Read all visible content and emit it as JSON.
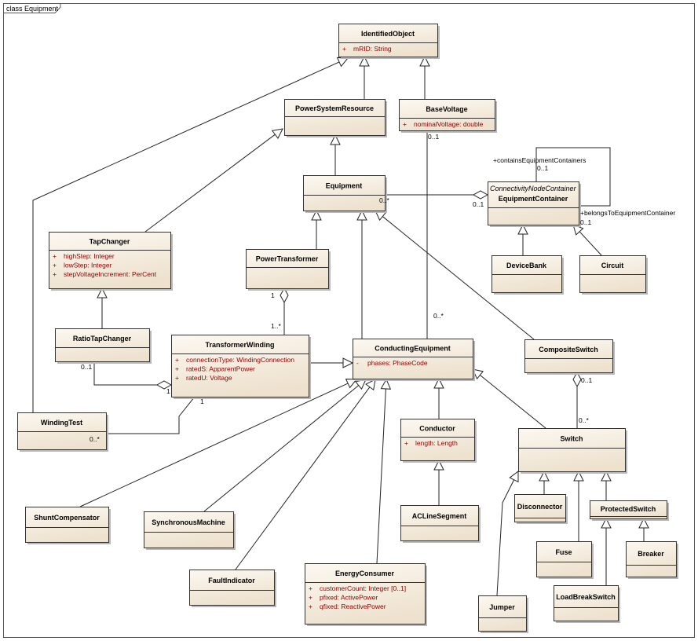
{
  "diagram": {
    "title": "class Equipment"
  },
  "classes": [
    {
      "name": "IdentifiedObject",
      "attributes": [
        {
          "vis": "+",
          "text": "mRID: String"
        }
      ]
    },
    {
      "name": "PowerSystemResource",
      "attributes": []
    },
    {
      "name": "BaseVoltage",
      "attributes": [
        {
          "vis": "+",
          "text": "nominalVoltage: double"
        }
      ]
    },
    {
      "name": "Equipment",
      "attributes": []
    },
    {
      "name": "EquipmentContainer",
      "stereotype": "ConnectivityNodeContainer",
      "attributes": []
    },
    {
      "name": "TapChanger",
      "attributes": [
        {
          "vis": "+",
          "text": "highStep: Integer"
        },
        {
          "vis": "+",
          "text": "lowStep: Integer"
        },
        {
          "vis": "+",
          "text": "stepVoltageIncrement: PerCent"
        }
      ]
    },
    {
      "name": "PowerTransformer",
      "attributes": []
    },
    {
      "name": "DeviceBank",
      "attributes": []
    },
    {
      "name": "Circuit",
      "attributes": []
    },
    {
      "name": "RatioTapChanger",
      "attributes": []
    },
    {
      "name": "TransformerWinding",
      "attributes": [
        {
          "vis": "+",
          "text": "connectionType: WindingConnection"
        },
        {
          "vis": "+",
          "text": "ratedS: ApparentPower"
        },
        {
          "vis": "+",
          "text": "ratedU: Voltage"
        }
      ]
    },
    {
      "name": "ConductingEquipment",
      "attributes": [
        {
          "vis": "-",
          "text": "phases: PhaseCode"
        }
      ]
    },
    {
      "name": "CompositeSwitch",
      "attributes": []
    },
    {
      "name": "WindingTest",
      "attributes": []
    },
    {
      "name": "Conductor",
      "attributes": [
        {
          "vis": "+",
          "text": "length: Length"
        }
      ]
    },
    {
      "name": "Switch",
      "attributes": []
    },
    {
      "name": "ShuntCompensator",
      "attributes": []
    },
    {
      "name": "SynchronousMachine",
      "attributes": []
    },
    {
      "name": "ACLineSegment",
      "attributes": []
    },
    {
      "name": "Disconnector",
      "attributes": []
    },
    {
      "name": "ProtectedSwitch",
      "attributes": []
    },
    {
      "name": "Fuse",
      "attributes": []
    },
    {
      "name": "Breaker",
      "attributes": []
    },
    {
      "name": "FaultIndicator",
      "attributes": []
    },
    {
      "name": "EnergyConsumer",
      "attributes": [
        {
          "vis": "+",
          "text": "customerCount: Integer [0..1]"
        },
        {
          "vis": "+",
          "text": "pfixed: ActivePower"
        },
        {
          "vis": "+",
          "text": "qfixed: ReactivePower"
        }
      ]
    },
    {
      "name": "LoadBreakSwitch",
      "attributes": []
    },
    {
      "name": "Jumper",
      "attributes": []
    }
  ],
  "association_labels": [
    "0..*",
    "0..1",
    "0..1",
    "0..*",
    "+containsEquipmentContainers",
    "0..1",
    "+belongsToEquipmentContainer",
    "0..1",
    "1",
    "1..*",
    "0..1",
    "1",
    "0..1",
    "0..*",
    "1",
    "0..*"
  ],
  "colors": {
    "box_top": "#fcf8f1",
    "box_bottom": "#eee2cf",
    "attribute": "#8b0000",
    "border": "#333333"
  }
}
